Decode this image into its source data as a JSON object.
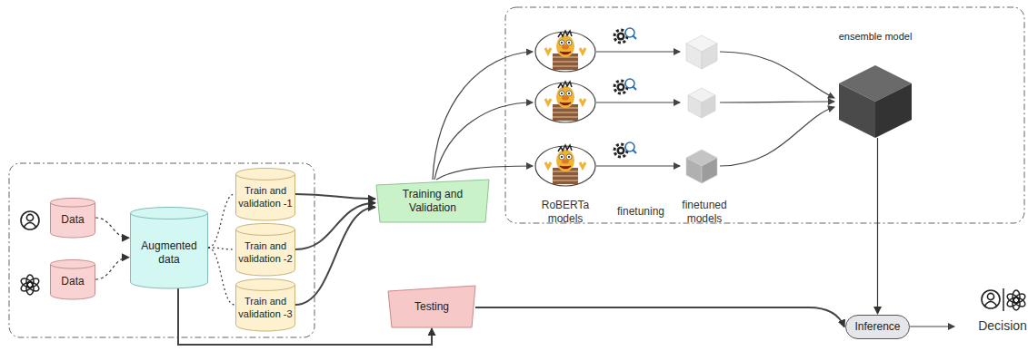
{
  "diagram": {
    "nodes": [
      {
        "text": [
          "Data"
        ]
      },
      {
        "text": [
          "Data"
        ]
      },
      {
        "text": [
          "Augmented data"
        ]
      },
      {
        "text": [
          "Train and validation -1"
        ]
      },
      {
        "text": [
          "Train and validation -2"
        ]
      },
      {
        "text": [
          "Train and validation -3"
        ]
      },
      {
        "text": [
          "Training and Validation"
        ]
      },
      {
        "text": [
          "Testing"
        ]
      },
      {
        "text": [
          "Inference"
        ]
      },
      {
        "text": [
          "ensemble model"
        ]
      }
    ],
    "edges": [
      {
        "from": 0,
        "to": 2,
        "arrow": "to"
      },
      {
        "from": 1,
        "to": 2,
        "arrow": "to"
      },
      {
        "from": 2,
        "to": 3,
        "arrow": "none"
      },
      {
        "from": 2,
        "to": 4,
        "arrow": "none"
      },
      {
        "from": 2,
        "to": 5,
        "arrow": "none"
      },
      {
        "from": 3,
        "to": 6,
        "arrow": "to"
      },
      {
        "from": 4,
        "to": 6,
        "arrow": "to"
      },
      {
        "from": 5,
        "to": 6,
        "arrow": "to"
      },
      {
        "from": 2,
        "to": 7,
        "arrow": "to"
      },
      {
        "from": 7,
        "to": 8,
        "arrow": "to"
      },
      {
        "from": 9,
        "to": 8,
        "arrow": "to"
      }
    ],
    "labels": [
      "RoBERTa models",
      "finetuning",
      "finetuned models",
      "Decision"
    ]
  }
}
